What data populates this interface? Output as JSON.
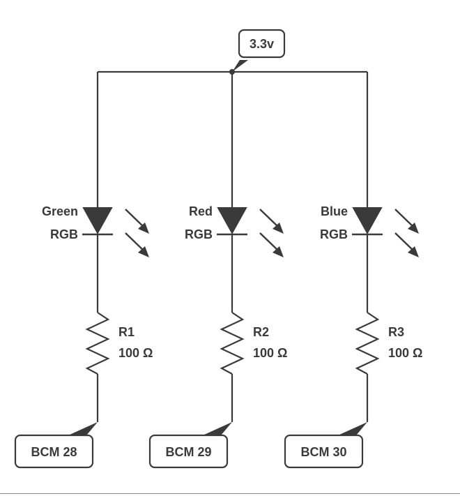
{
  "supply": {
    "label": "3.3v"
  },
  "branches": [
    {
      "led_color": "Green",
      "led_type": "RGB",
      "resistor_name": "R1",
      "resistor_value": "100 Ω",
      "pin": "BCM 28"
    },
    {
      "led_color": "Red",
      "led_type": "RGB",
      "resistor_name": "R2",
      "resistor_value": "100 Ω",
      "pin": "BCM 29"
    },
    {
      "led_color": "Blue",
      "led_type": "RGB",
      "resistor_name": "R3",
      "resistor_value": "100 Ω",
      "pin": "BCM 30"
    }
  ],
  "colors": {
    "ink": "#3a3a3a",
    "background": "#ffffff"
  }
}
